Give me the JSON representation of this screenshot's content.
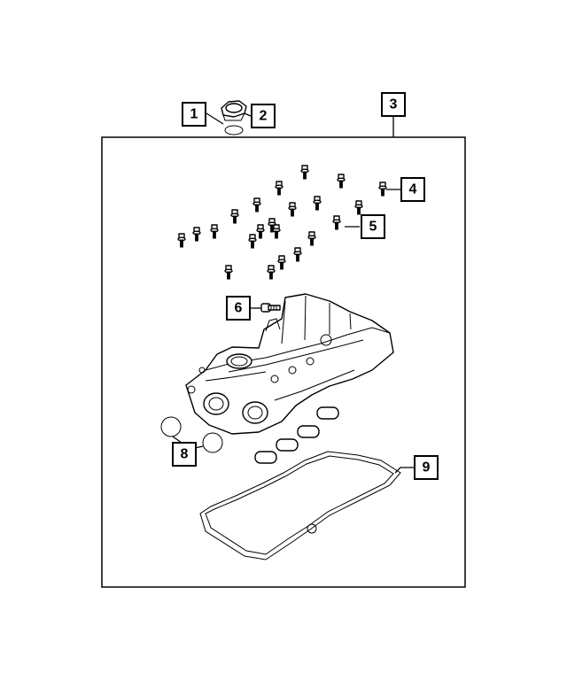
{
  "callouts": [
    {
      "id": "c1",
      "label": "1"
    },
    {
      "id": "c2",
      "label": "2"
    },
    {
      "id": "c3",
      "label": "3"
    },
    {
      "id": "c4",
      "label": "4"
    },
    {
      "id": "c5",
      "label": "5"
    },
    {
      "id": "c6",
      "label": "6"
    },
    {
      "id": "c8",
      "label": "8"
    },
    {
      "id": "c9",
      "label": "9"
    }
  ],
  "colors": {
    "line": "#000000",
    "background": "#ffffff"
  }
}
